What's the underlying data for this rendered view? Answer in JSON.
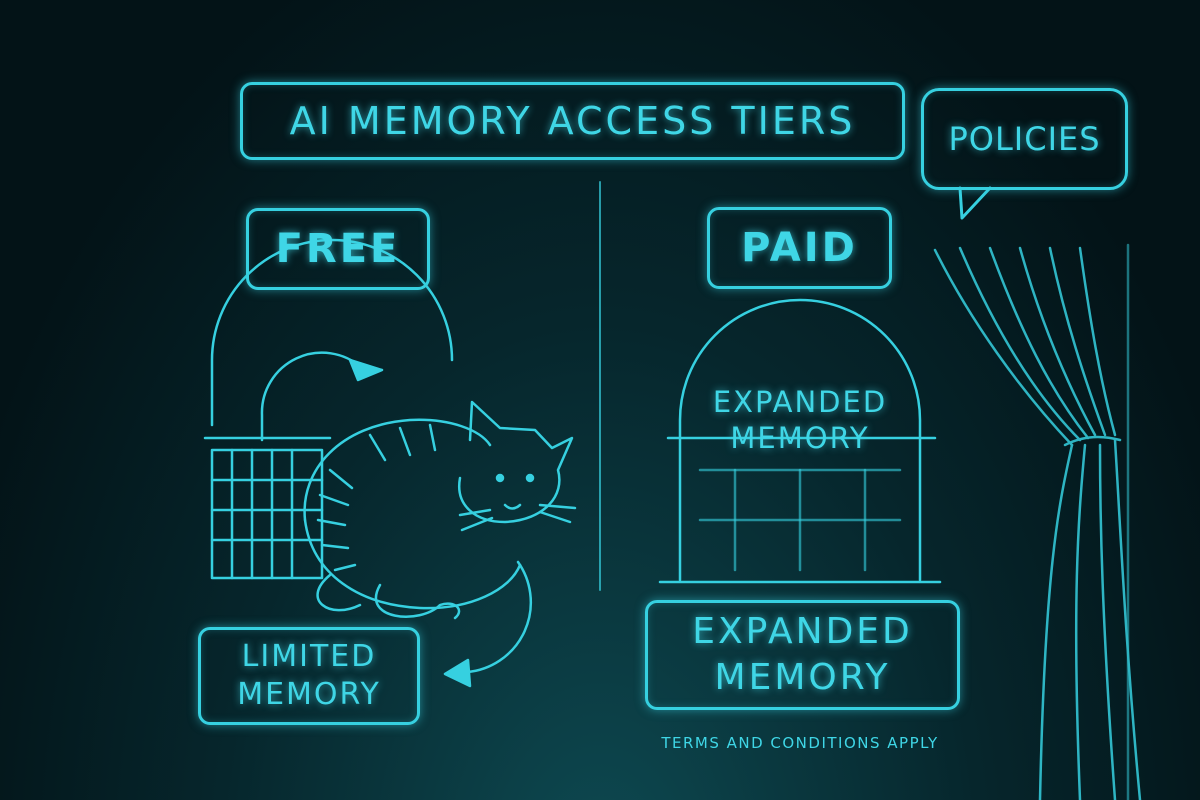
{
  "title": "AI MEMORY ACCESS TIERS",
  "callout": "POLICIES",
  "tiers": {
    "free": {
      "label": "FREE",
      "memory": [
        "LIMITED",
        "MEMORY"
      ]
    },
    "paid": {
      "label": "PAID",
      "door_text": [
        "EXPANDED",
        "MEMORY"
      ],
      "memory": [
        "EXPANDED",
        "MEMORY"
      ]
    }
  },
  "footnote": "TERMS AND CONDITIONS APPLY",
  "colors": {
    "neon": "#36d0e0",
    "background": "#06262c"
  },
  "icons": [
    "cat-icon",
    "gate-icon",
    "door-icon",
    "curtain-icon",
    "arrow-icon"
  ]
}
